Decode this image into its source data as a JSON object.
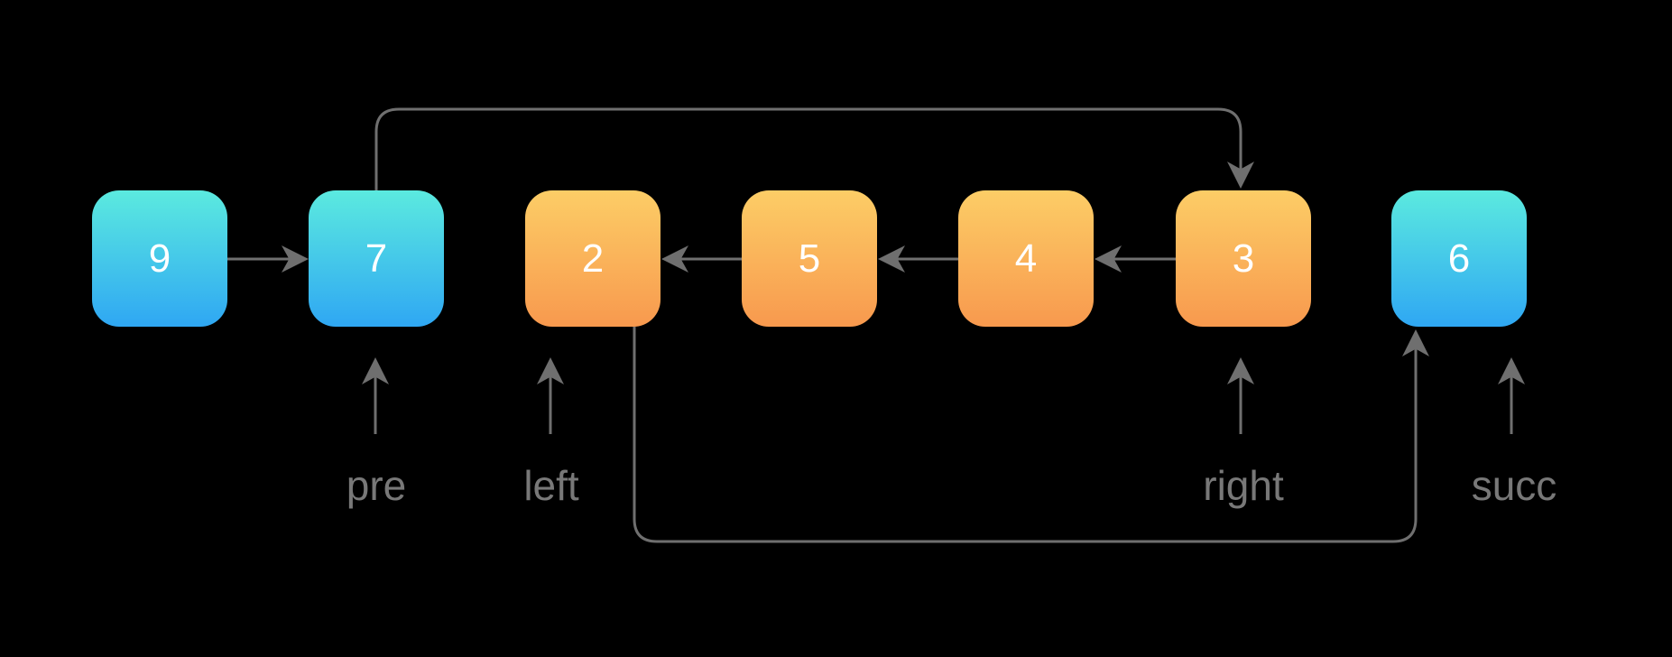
{
  "diagram": {
    "type": "linked-list",
    "nodes": [
      {
        "value": "9",
        "color_scheme": "blue"
      },
      {
        "value": "7",
        "color_scheme": "blue"
      },
      {
        "value": "2",
        "color_scheme": "orange"
      },
      {
        "value": "5",
        "color_scheme": "orange"
      },
      {
        "value": "4",
        "color_scheme": "orange"
      },
      {
        "value": "3",
        "color_scheme": "orange"
      },
      {
        "value": "6",
        "color_scheme": "blue"
      }
    ],
    "pointer_labels": [
      {
        "label": "pre",
        "points_to_node": "7"
      },
      {
        "label": "left",
        "points_to_node": "2"
      },
      {
        "label": "right",
        "points_to_node": "3"
      },
      {
        "label": "succ",
        "points_to_node": "6"
      }
    ],
    "edges": [
      {
        "from": "9",
        "to": "7",
        "style": "straight",
        "direction": "right"
      },
      {
        "from": "5",
        "to": "2",
        "style": "straight",
        "direction": "left"
      },
      {
        "from": "4",
        "to": "5",
        "style": "straight",
        "direction": "left"
      },
      {
        "from": "3",
        "to": "4",
        "style": "straight",
        "direction": "left"
      },
      {
        "from": "7",
        "to": "3",
        "style": "curved",
        "route": "over-top",
        "enters": "top of 3"
      },
      {
        "from": "2",
        "to": "6",
        "style": "curved",
        "route": "under-bottom",
        "enters": "bottom of 6"
      }
    ],
    "colors": {
      "background": "#000000",
      "node_blue_top": "#5BEADF",
      "node_blue_bottom": "#2FA7F3",
      "node_orange_top": "#FCCD66",
      "node_orange_bottom": "#F8994E",
      "arrow": "#6F6F6F",
      "label_text": "#787878",
      "node_text": "#FFFFFF"
    }
  }
}
